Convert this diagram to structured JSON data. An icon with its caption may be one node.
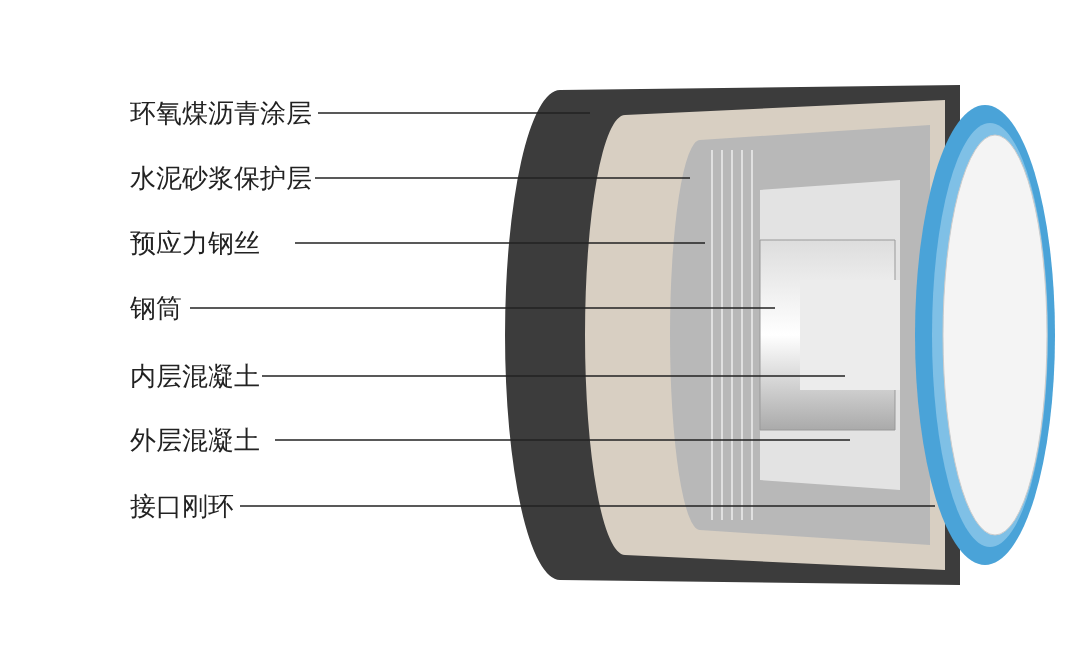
{
  "diagram": {
    "nodes": [
      {
        "text": [
          "环氧煤沥青涂层"
        ]
      },
      {
        "text": [
          "水泥砂浆保护层"
        ]
      },
      {
        "text": [
          "预应力钢丝"
        ]
      },
      {
        "text": [
          "钢筒"
        ]
      },
      {
        "text": [
          "内层混凝土"
        ]
      },
      {
        "text": [
          "外层混凝土"
        ]
      },
      {
        "text": [
          "接口刚环"
        ]
      }
    ],
    "edges": [
      {
        "from": 0,
        "to": null,
        "arrow": "none"
      },
      {
        "from": 1,
        "to": null,
        "arrow": "none"
      },
      {
        "from": 2,
        "to": null,
        "arrow": "none"
      },
      {
        "from": 3,
        "to": null,
        "arrow": "none"
      },
      {
        "from": 4,
        "to": null,
        "arrow": "none"
      },
      {
        "from": 5,
        "to": null,
        "arrow": "none"
      },
      {
        "from": 6,
        "to": null,
        "arrow": "none"
      }
    ]
  }
}
